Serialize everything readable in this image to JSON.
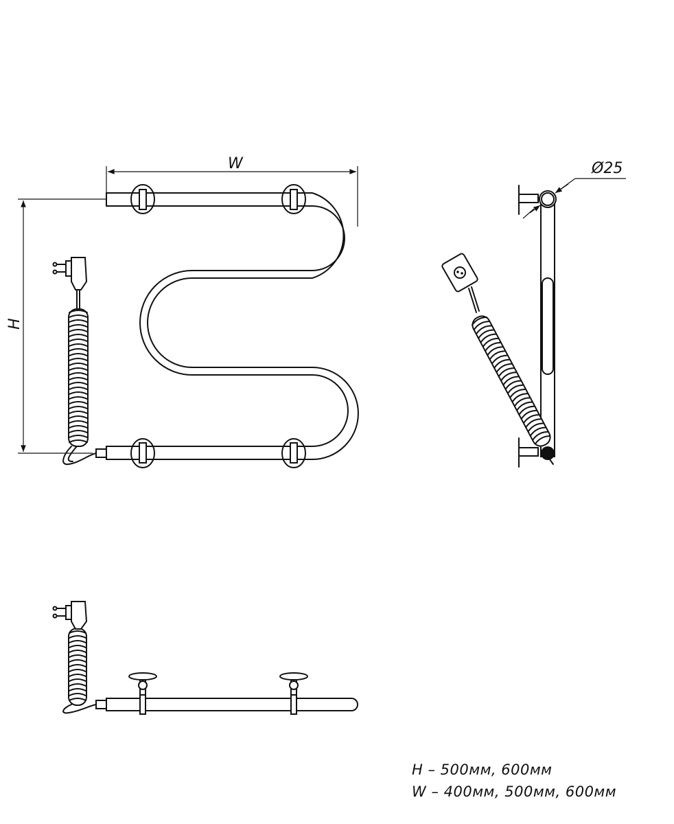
{
  "dimensions": {
    "width_label": "W",
    "height_label": "H",
    "diameter_label": "Ø25"
  },
  "specs": {
    "line_h": "H – 500мм, 600мм",
    "line_w": "W – 400мм, 500мм, 600мм"
  },
  "colors": {
    "line": "#111111",
    "background": "#ffffff"
  }
}
